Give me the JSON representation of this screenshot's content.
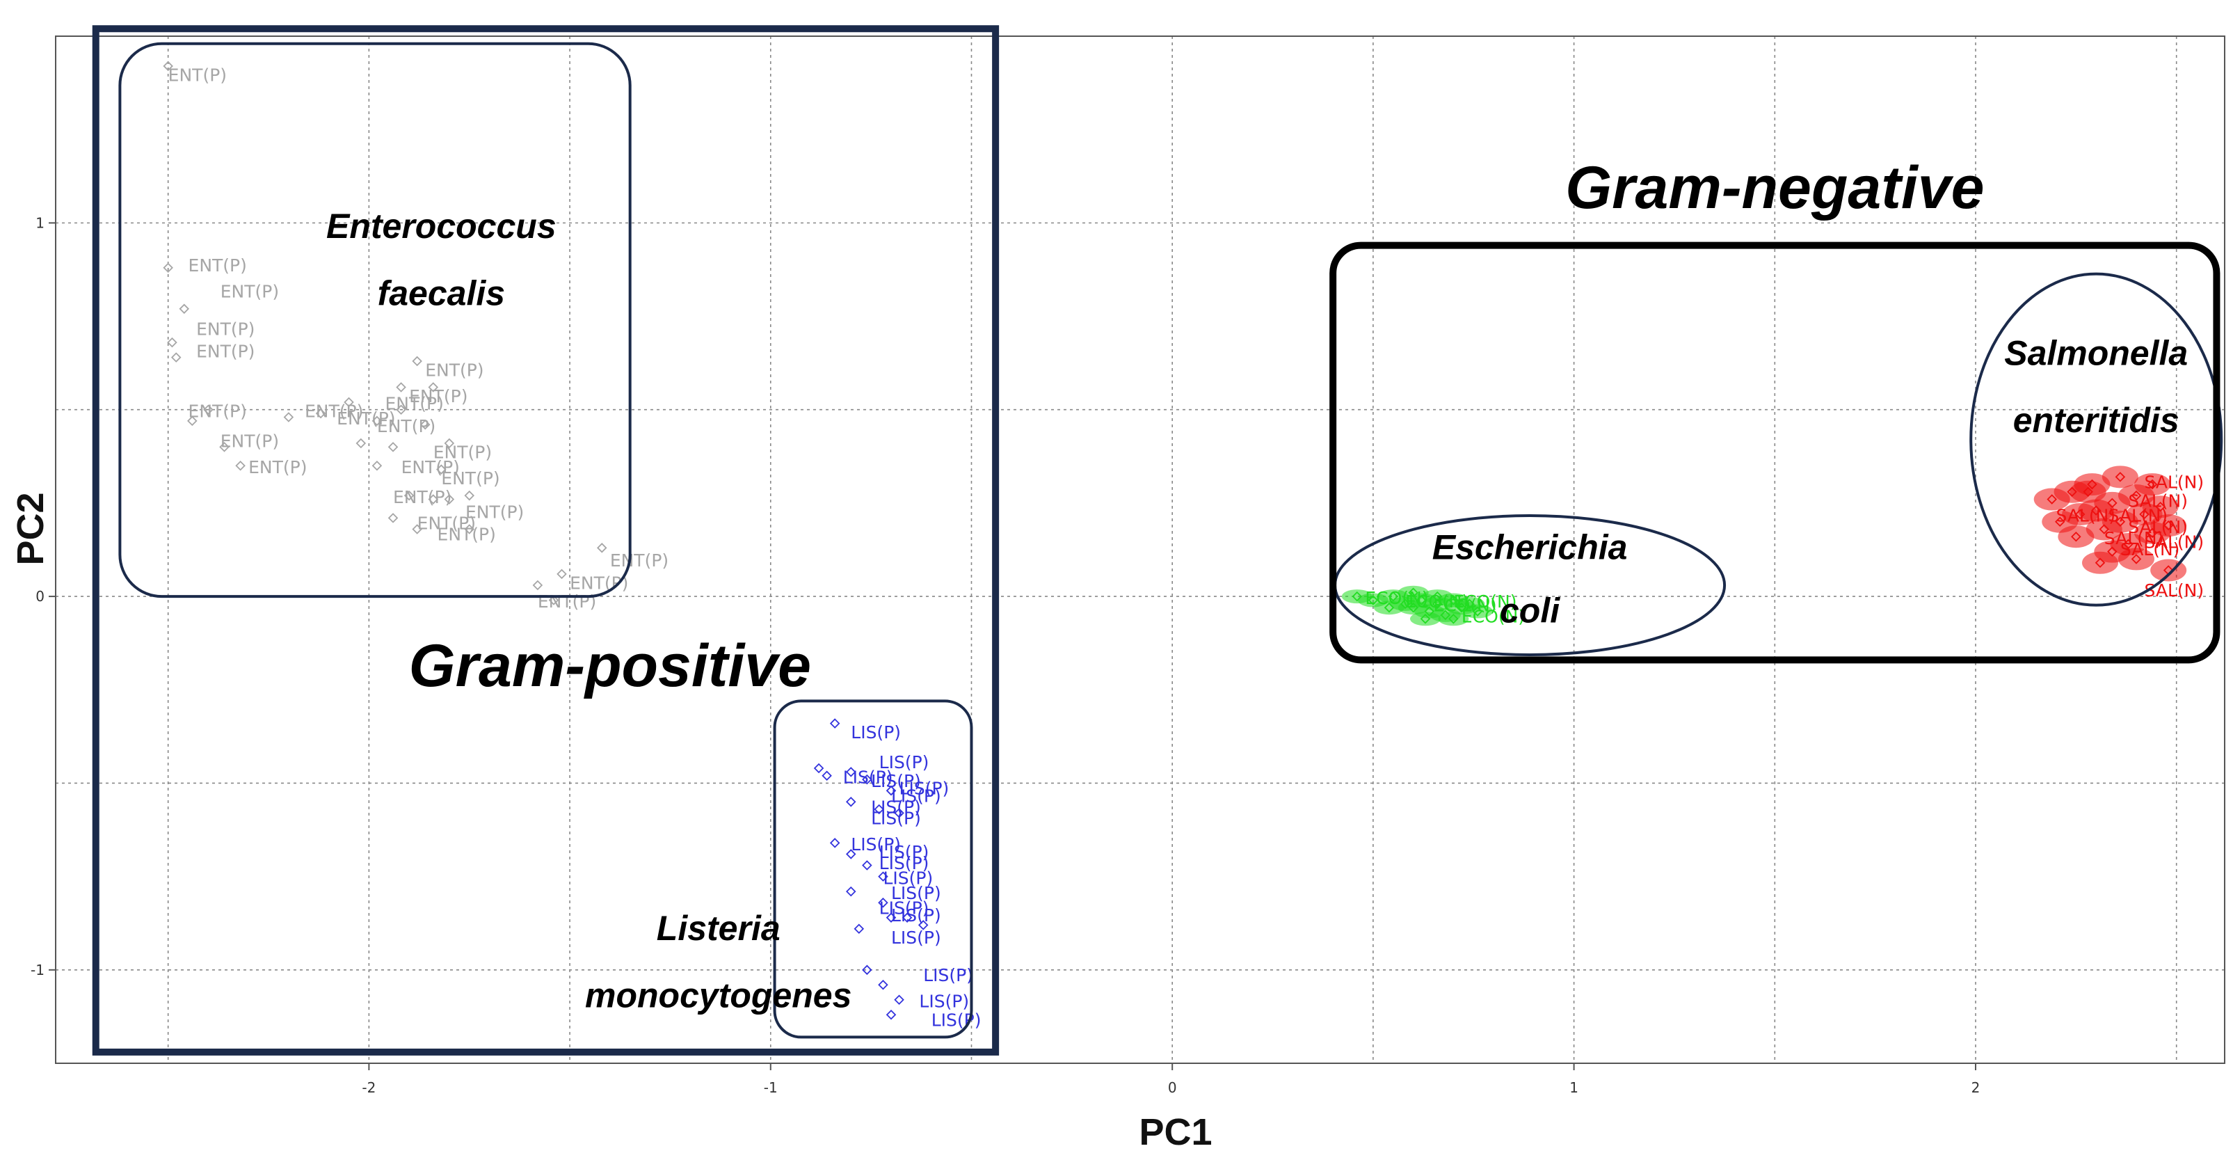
{
  "chart_data": {
    "type": "scatter",
    "title": "",
    "xlabel": "PC1",
    "ylabel": "PC2",
    "xlim": [
      -2.78,
      2.62
    ],
    "ylim": [
      -1.25,
      1.5
    ],
    "xticks": [
      -2,
      -1,
      0,
      1,
      2
    ],
    "yticks": [
      -1,
      0,
      1
    ],
    "grid": true,
    "groups": [
      {
        "name": "Gram-positive",
        "x_range": [
          -2.68,
          -0.44
        ],
        "y_range": [
          -1.22,
          1.52
        ]
      },
      {
        "name": "Gram-negative",
        "x_range": [
          0.4,
          2.6
        ],
        "y_range": [
          -0.17,
          0.94
        ]
      }
    ],
    "clusters": [
      {
        "line1": "Enterococcus",
        "line2": "faecalis",
        "cx": -1.9,
        "cy": 0.86
      },
      {
        "line1": "Listeria",
        "line2": "monocytogenes",
        "cx": -1.13,
        "cy": -0.97
      },
      {
        "line1": "Escherichia",
        "line2": "coli",
        "cx": 0.9,
        "cy": 0.03
      },
      {
        "line1": "Salmonella",
        "line2": "enteritidis",
        "cx": 2.3,
        "cy": 0.51
      }
    ],
    "series": [
      {
        "name": "ENT(P)",
        "color": "#a6a6a6",
        "points": [
          [
            -2.5,
            1.42
          ],
          [
            -2.5,
            0.88
          ],
          [
            -2.46,
            0.77
          ],
          [
            -2.49,
            0.68
          ],
          [
            -2.48,
            0.64
          ],
          [
            -2.4,
            0.5
          ],
          [
            -2.44,
            0.47
          ],
          [
            -2.36,
            0.4
          ],
          [
            -2.32,
            0.35
          ],
          [
            -2.2,
            0.48
          ],
          [
            -2.12,
            0.49
          ],
          [
            -2.05,
            0.52
          ],
          [
            -1.98,
            0.47
          ],
          [
            -1.92,
            0.5
          ],
          [
            -1.92,
            0.56
          ],
          [
            -1.88,
            0.63
          ],
          [
            -1.84,
            0.56
          ],
          [
            -1.86,
            0.46
          ],
          [
            -2.02,
            0.41
          ],
          [
            -1.94,
            0.4
          ],
          [
            -1.98,
            0.35
          ],
          [
            -1.8,
            0.41
          ],
          [
            -1.82,
            0.34
          ],
          [
            -1.9,
            0.27
          ],
          [
            -1.94,
            0.21
          ],
          [
            -1.84,
            0.26
          ],
          [
            -1.8,
            0.26
          ],
          [
            -1.75,
            0.27
          ],
          [
            -1.88,
            0.18
          ],
          [
            -1.75,
            0.18
          ],
          [
            -1.42,
            0.13
          ],
          [
            -1.52,
            0.06
          ],
          [
            -1.58,
            0.03
          ],
          [
            -1.54,
            -0.01
          ]
        ],
        "labels": [
          [
            -2.5,
            1.38
          ],
          [
            -2.45,
            0.87
          ],
          [
            -2.37,
            0.8
          ],
          [
            -2.43,
            0.7
          ],
          [
            -2.43,
            0.64
          ],
          [
            -2.45,
            0.48
          ],
          [
            -2.37,
            0.4
          ],
          [
            -2.3,
            0.33
          ],
          [
            -2.16,
            0.48
          ],
          [
            -2.08,
            0.46
          ],
          [
            -1.96,
            0.5
          ],
          [
            -1.86,
            0.59
          ],
          [
            -1.9,
            0.52
          ],
          [
            -1.98,
            0.44
          ],
          [
            -1.84,
            0.37
          ],
          [
            -1.92,
            0.33
          ],
          [
            -1.82,
            0.3
          ],
          [
            -1.94,
            0.25
          ],
          [
            -1.76,
            0.21
          ],
          [
            -1.83,
            0.15
          ],
          [
            -1.88,
            0.18
          ],
          [
            -1.4,
            0.08
          ],
          [
            -1.5,
            0.02
          ],
          [
            -1.58,
            -0.03
          ]
        ]
      },
      {
        "name": "LIS(P)",
        "color": "#3333dd",
        "points": [
          [
            -0.84,
            -0.34
          ],
          [
            -0.88,
            -0.46
          ],
          [
            -0.86,
            -0.48
          ],
          [
            -0.8,
            -0.47
          ],
          [
            -0.76,
            -0.49
          ],
          [
            -0.7,
            -0.52
          ],
          [
            -0.8,
            -0.55
          ],
          [
            -0.73,
            -0.57
          ],
          [
            -0.68,
            -0.58
          ],
          [
            -0.84,
            -0.66
          ],
          [
            -0.8,
            -0.69
          ],
          [
            -0.76,
            -0.72
          ],
          [
            -0.72,
            -0.75
          ],
          [
            -0.8,
            -0.79
          ],
          [
            -0.72,
            -0.82
          ],
          [
            -0.7,
            -0.86
          ],
          [
            -0.66,
            -0.86
          ],
          [
            -0.62,
            -0.88
          ],
          [
            -0.78,
            -0.89
          ],
          [
            -0.76,
            -1.0
          ],
          [
            -0.72,
            -1.04
          ],
          [
            -0.68,
            -1.08
          ],
          [
            -0.7,
            -1.12
          ]
        ],
        "labels": [
          [
            -0.8,
            -0.38
          ],
          [
            -0.73,
            -0.46
          ],
          [
            -0.82,
            -0.5
          ],
          [
            -0.75,
            -0.51
          ],
          [
            -0.68,
            -0.53
          ],
          [
            -0.7,
            -0.55
          ],
          [
            -0.75,
            -0.58
          ],
          [
            -0.75,
            -0.61
          ],
          [
            -0.8,
            -0.68
          ],
          [
            -0.73,
            -0.7
          ],
          [
            -0.73,
            -0.73
          ],
          [
            -0.72,
            -0.77
          ],
          [
            -0.7,
            -0.81
          ],
          [
            -0.73,
            -0.85
          ],
          [
            -0.7,
            -0.87
          ],
          [
            -0.7,
            -0.93
          ],
          [
            -0.62,
            -1.03
          ],
          [
            -0.63,
            -1.1
          ],
          [
            -0.6,
            -1.15
          ]
        ]
      },
      {
        "name": "ECO(N)",
        "color": "#22dd22",
        "points": [
          [
            0.46,
            0.0
          ],
          [
            0.5,
            -0.01
          ],
          [
            0.55,
            0.0
          ],
          [
            0.58,
            -0.02
          ],
          [
            0.6,
            -0.03
          ],
          [
            0.62,
            -0.01
          ],
          [
            0.64,
            -0.04
          ],
          [
            0.66,
            -0.02
          ],
          [
            0.68,
            -0.05
          ],
          [
            0.7,
            -0.01
          ],
          [
            0.72,
            -0.03
          ],
          [
            0.74,
            -0.02
          ],
          [
            0.76,
            -0.04
          ],
          [
            0.6,
            0.01
          ],
          [
            0.66,
            0.0
          ],
          [
            0.54,
            -0.03
          ],
          [
            0.7,
            -0.06
          ],
          [
            0.63,
            -0.06
          ]
        ],
        "labels": [
          [
            0.48,
            -0.02
          ],
          [
            0.58,
            -0.03
          ],
          [
            0.65,
            -0.04
          ],
          [
            0.7,
            -0.03
          ],
          [
            0.72,
            -0.07
          ]
        ]
      },
      {
        "name": "SAL(N)",
        "color": "#ee1111",
        "points": [
          [
            2.19,
            0.26
          ],
          [
            2.21,
            0.2
          ],
          [
            2.25,
            0.16
          ],
          [
            2.28,
            0.28
          ],
          [
            2.3,
            0.23
          ],
          [
            2.32,
            0.18
          ],
          [
            2.34,
            0.25
          ],
          [
            2.36,
            0.2
          ],
          [
            2.38,
            0.14
          ],
          [
            2.4,
            0.27
          ],
          [
            2.42,
            0.22
          ],
          [
            2.44,
            0.17
          ],
          [
            2.46,
            0.24
          ],
          [
            2.48,
            0.19
          ],
          [
            2.34,
            0.12
          ],
          [
            2.29,
            0.3
          ],
          [
            2.26,
            0.22
          ],
          [
            2.36,
            0.32
          ],
          [
            2.4,
            0.1
          ],
          [
            2.44,
            0.3
          ],
          [
            2.31,
            0.09
          ],
          [
            2.48,
            0.07
          ],
          [
            2.24,
            0.28
          ]
        ],
        "labels": [
          [
            2.42,
            0.29
          ],
          [
            2.38,
            0.24
          ],
          [
            2.2,
            0.2
          ],
          [
            2.33,
            0.2
          ],
          [
            2.38,
            0.17
          ],
          [
            2.32,
            0.14
          ],
          [
            2.42,
            0.13
          ],
          [
            2.36,
            0.11
          ],
          [
            2.42,
            0.0
          ]
        ]
      }
    ]
  }
}
